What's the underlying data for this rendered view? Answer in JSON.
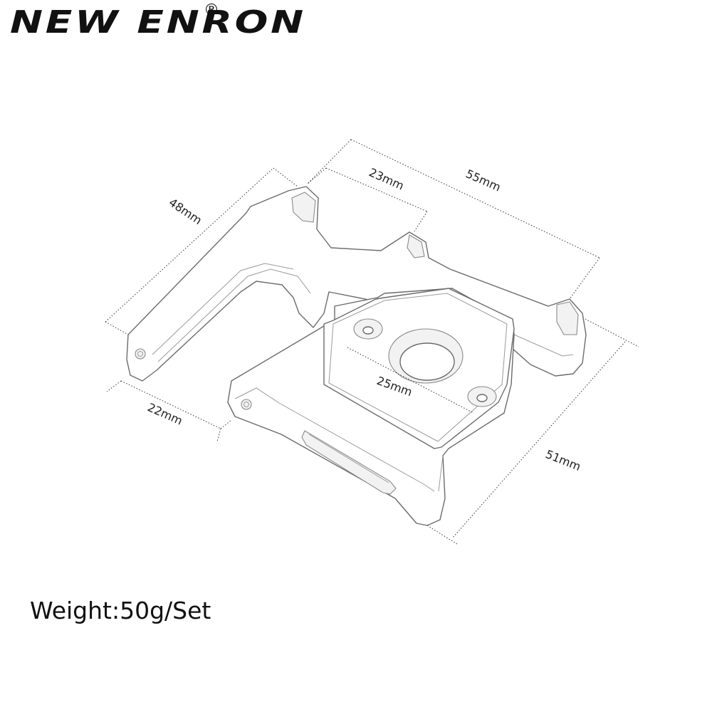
{
  "brand": {
    "name": "NEW ENRON",
    "registered_mark": "®"
  },
  "dimensions": {
    "length_48": "48mm",
    "width_23": "23mm",
    "width_55": "55mm",
    "width_25": "25mm",
    "depth_22": "22mm",
    "depth_51": "51mm"
  },
  "spec": {
    "weight": "Weight:50g/Set"
  },
  "colors": {
    "outline": "#6b6b6b",
    "text": "#111111",
    "background": "#ffffff"
  }
}
